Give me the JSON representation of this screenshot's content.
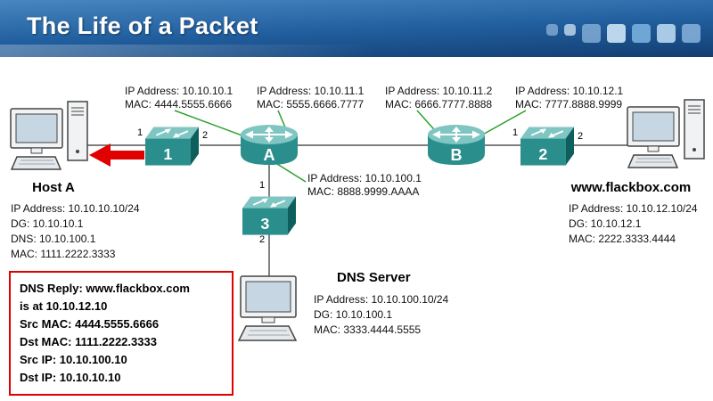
{
  "header": {
    "title": "The Life of a Packet"
  },
  "icons": {
    "switch": "network-switch-icon",
    "router": "router-cylinder-icon",
    "computer": "desktop-computer-icon",
    "arrow": "red-left-arrow-icon"
  },
  "colors": {
    "header_blue": "#2260a0",
    "device_teal": "#2a8f8c",
    "device_teal_light": "#7fc6c3",
    "pointer_green": "#2ca02c",
    "arrow_red": "#e00000",
    "link_gray": "#555555"
  },
  "interfaces": {
    "router_a_left": {
      "line1": "IP Address: 10.10.10.1",
      "line2": "MAC: 4444.5555.6666"
    },
    "router_a_right": {
      "line1": "IP Address: 10.10.11.1",
      "line2": "MAC: 5555.6666.7777"
    },
    "router_b_left": {
      "line1": "IP Address: 10.10.11.2",
      "line2": "MAC: 6666.7777.8888"
    },
    "router_b_right": {
      "line1": "IP Address: 10.10.12.1",
      "line2": "MAC: 7777.8888.9999"
    },
    "router_a_bottom": {
      "line1": "IP Address: 10.10.100.1",
      "line2": "MAC: 8888.9999.AAAA"
    }
  },
  "devices": {
    "switch1": {
      "label": "1",
      "port_left": "1",
      "port_right": "2"
    },
    "switch2": {
      "label": "2",
      "port_left": "1",
      "port_right": "2"
    },
    "switch3": {
      "label": "3",
      "port_top": "1",
      "port_bottom": "2"
    },
    "router_a": {
      "label": "A"
    },
    "router_b": {
      "label": "B"
    },
    "host_a": {
      "name": "Host A",
      "ip": "IP Address: 10.10.10.10/24",
      "dg": "DG: 10.10.10.1",
      "dns": "DNS: 10.10.100.1",
      "mac": "MAC: 1111.2222.3333"
    },
    "web_server": {
      "name": "www.flackbox.com",
      "ip": "IP Address: 10.10.12.10/24",
      "dg": "DG: 10.10.12.1",
      "mac": "MAC: 2222.3333.4444"
    },
    "dns_server": {
      "name": "DNS Server",
      "ip": "IP Address: 10.10.100.10/24",
      "dg": "DG: 10.10.100.1",
      "mac": "MAC: 3333.4444.5555"
    }
  },
  "packet_box": {
    "line1": "DNS Reply: www.flackbox.com",
    "line2": "is at 10.10.12.10",
    "line3": "Src MAC: 4444.5555.6666",
    "line4": "Dst MAC: 1111.2222.3333",
    "line5": "Src IP: 10.10.100.10",
    "line6": "Dst IP: 10.10.10.10"
  }
}
